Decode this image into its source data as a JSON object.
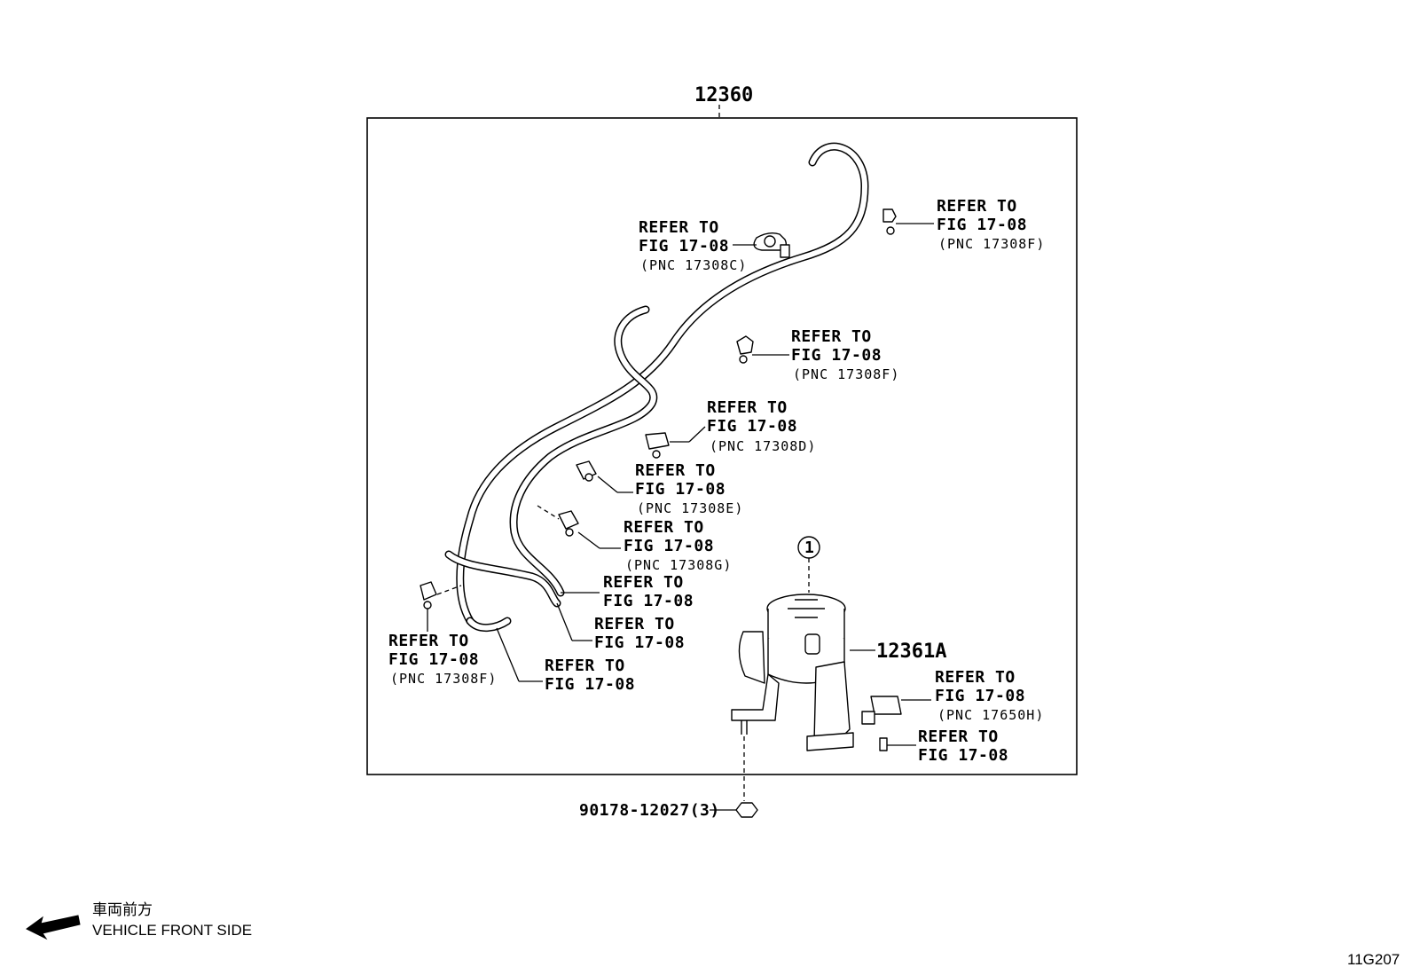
{
  "assembly": {
    "part_number": "12360"
  },
  "mount": {
    "part_number": "12361A",
    "marker": "1"
  },
  "bolt": {
    "part_number": "90178-12027(3)"
  },
  "callouts": [
    {
      "line1": "REFER TO",
      "line2": "FIG 17-08",
      "pnc": "(PNC 17308C)"
    },
    {
      "line1": "REFER TO",
      "line2": "FIG 17-08",
      "pnc": "(PNC 17308F)"
    },
    {
      "line1": "REFER TO",
      "line2": "FIG 17-08",
      "pnc": "(PNC 17308F)"
    },
    {
      "line1": "REFER TO",
      "line2": "FIG 17-08",
      "pnc": "(PNC 17308D)"
    },
    {
      "line1": "REFER TO",
      "line2": "FIG 17-08",
      "pnc": "(PNC 17308E)"
    },
    {
      "line1": "REFER TO",
      "line2": "FIG 17-08",
      "pnc": "(PNC 17308G)"
    },
    {
      "line1": "REFER TO",
      "line2": "FIG 17-08",
      "pnc": ""
    },
    {
      "line1": "REFER TO",
      "line2": "FIG 17-08",
      "pnc": ""
    },
    {
      "line1": "REFER TO",
      "line2": "FIG 17-08",
      "pnc": "(PNC 17308F)"
    },
    {
      "line1": "REFER TO",
      "line2": "FIG 17-08",
      "pnc": ""
    },
    {
      "line1": "REFER TO",
      "line2": "FIG 17-08",
      "pnc": "(PNC 17650H)"
    },
    {
      "line1": "REFER TO",
      "line2": "FIG 17-08",
      "pnc": ""
    }
  ],
  "direction": {
    "label_jp": "車両前方",
    "label_en": "VEHICLE FRONT SIDE"
  },
  "figure_id": "11G207"
}
